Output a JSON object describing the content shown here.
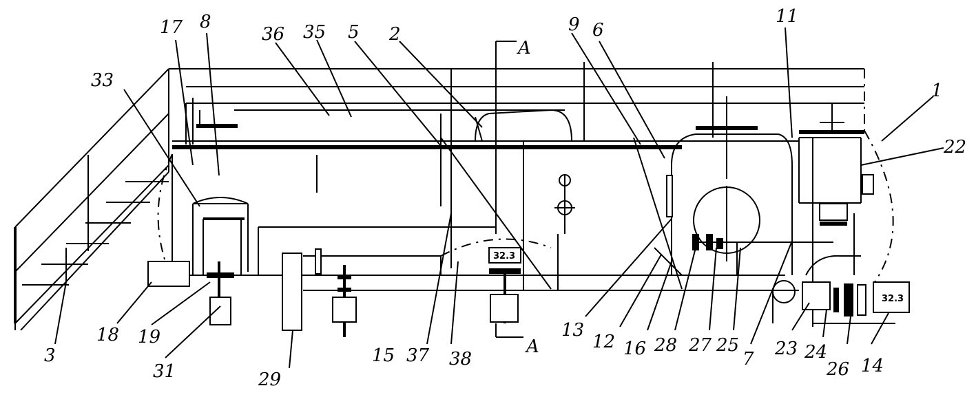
{
  "labels": [
    {
      "id": "l17",
      "text": "17"
    },
    {
      "id": "l8",
      "text": "8"
    },
    {
      "id": "l36",
      "text": "36"
    },
    {
      "id": "l35",
      "text": "35"
    },
    {
      "id": "l5",
      "text": "5"
    },
    {
      "id": "l2",
      "text": "2"
    },
    {
      "id": "lA1",
      "text": "A"
    },
    {
      "id": "l9",
      "text": "9"
    },
    {
      "id": "l6",
      "text": "6"
    },
    {
      "id": "l11",
      "text": "11"
    },
    {
      "id": "l1",
      "text": "1"
    },
    {
      "id": "l33",
      "text": "33"
    },
    {
      "id": "l22",
      "text": "22"
    },
    {
      "id": "l18",
      "text": "18"
    },
    {
      "id": "l19",
      "text": "19"
    },
    {
      "id": "l3",
      "text": "3"
    },
    {
      "id": "l31",
      "text": "31"
    },
    {
      "id": "l29",
      "text": "29"
    },
    {
      "id": "l15",
      "text": "15"
    },
    {
      "id": "l37",
      "text": "37"
    },
    {
      "id": "l38",
      "text": "38"
    },
    {
      "id": "lA2",
      "text": "A"
    },
    {
      "id": "l13",
      "text": "13"
    },
    {
      "id": "l12",
      "text": "12"
    },
    {
      "id": "l16",
      "text": "16"
    },
    {
      "id": "l28",
      "text": "28"
    },
    {
      "id": "l27",
      "text": "27"
    },
    {
      "id": "l25",
      "text": "25"
    },
    {
      "id": "l7",
      "text": "7"
    },
    {
      "id": "l23",
      "text": "23"
    },
    {
      "id": "l24",
      "text": "24"
    },
    {
      "id": "l26",
      "text": "26"
    },
    {
      "id": "l14",
      "text": "14"
    }
  ],
  "plate_left": "32.3",
  "plate_right": "32.3"
}
